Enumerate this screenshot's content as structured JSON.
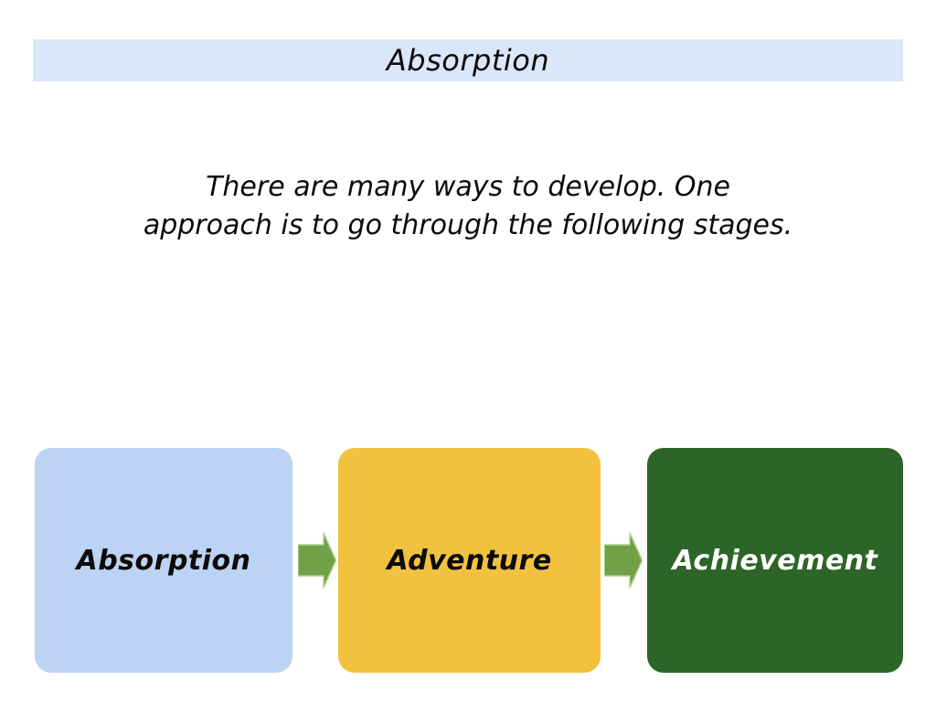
{
  "slide": {
    "title": "Absorption",
    "subtitle": {
      "line1": "There are many ways to develop. One",
      "line2": "approach is to go through the following stages."
    },
    "stages": [
      {
        "label": "Absorption",
        "bg": "#bdd3f3",
        "text_color": "#0b0b0b"
      },
      {
        "label": "Adventure",
        "bg": "#f2c23f",
        "text_color": "#0b0b0b"
      },
      {
        "label": "Achievement",
        "bg": "#2c6527",
        "text_color": "#ffffff"
      }
    ],
    "connector_icon": "arrow-right-icon",
    "colors": {
      "page_bg": "#ffffff",
      "title_bar_bg": "#d9e7f9",
      "title_text": "#0b0b0b",
      "subtitle_text": "#0b0b0b",
      "arrow_fill": "#70a048",
      "arrow_stroke": "#b4d092"
    }
  }
}
